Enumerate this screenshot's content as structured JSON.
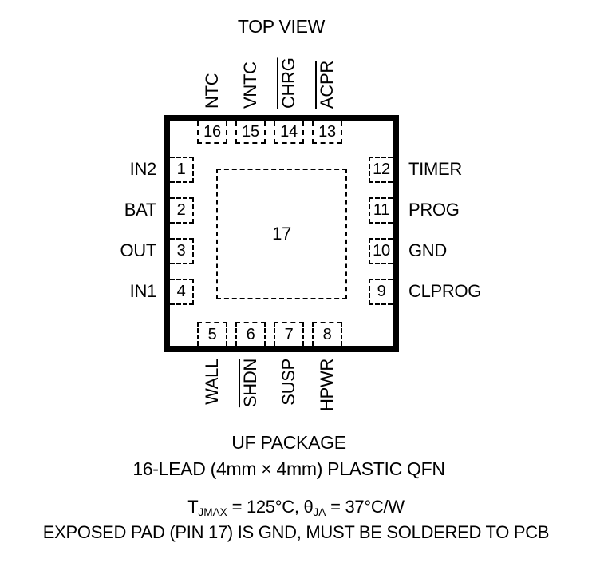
{
  "title": "TOP VIEW",
  "pins": {
    "top": [
      {
        "number": "16",
        "label": "NTC",
        "overline": false
      },
      {
        "number": "15",
        "label": "VNTC",
        "overline": false
      },
      {
        "number": "14",
        "label": "CHRG",
        "overline": true
      },
      {
        "number": "13",
        "label": "ACPR",
        "overline": true
      }
    ],
    "left": [
      {
        "number": "1",
        "label": "IN2"
      },
      {
        "number": "2",
        "label": "BAT"
      },
      {
        "number": "3",
        "label": "OUT"
      },
      {
        "number": "4",
        "label": "IN1"
      }
    ],
    "right": [
      {
        "number": "12",
        "label": "TIMER"
      },
      {
        "number": "11",
        "label": "PROG"
      },
      {
        "number": "10",
        "label": "GND"
      },
      {
        "number": "9",
        "label": "CLPROG"
      }
    ],
    "bottom": [
      {
        "number": "5",
        "label": "WALL",
        "overline": false
      },
      {
        "number": "6",
        "label": "SHDN",
        "overline": true
      },
      {
        "number": "7",
        "label": "SUSP",
        "overline": false
      },
      {
        "number": "8",
        "label": "HPWR",
        "overline": false
      }
    ],
    "exposed_pad": "17"
  },
  "footer": {
    "package_name": "UF PACKAGE",
    "package_desc": "16-LEAD (4mm × 4mm) PLASTIC QFN",
    "thermal": {
      "t_symbol": "T",
      "t_sub": "JMAX",
      "t_value": " = 125°C, ",
      "theta_symbol": "θ",
      "theta_sub": "JA",
      "theta_value": " = 37°C/W"
    },
    "note": "EXPOSED PAD (PIN 17) IS GND, MUST BE SOLDERED TO PCB"
  }
}
